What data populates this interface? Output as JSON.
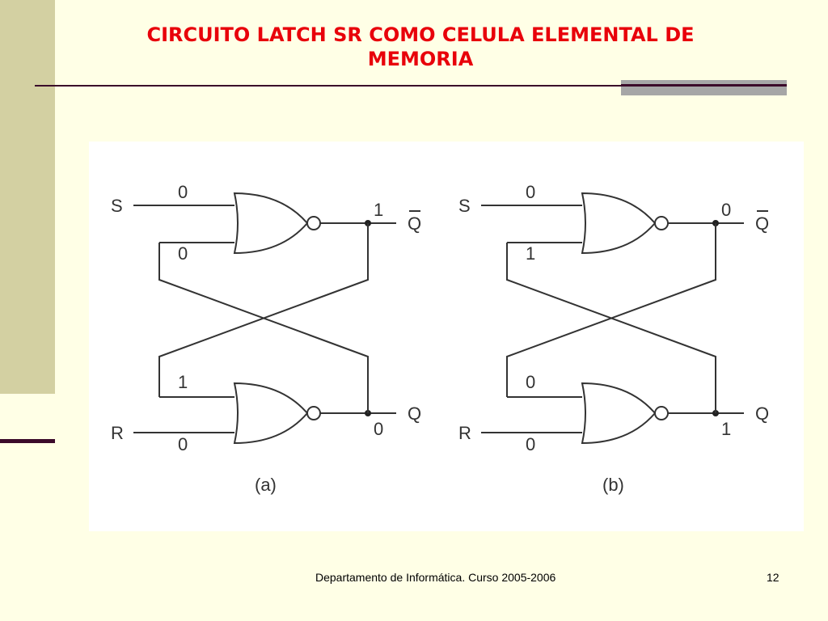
{
  "slide": {
    "title": "CIRCUITO LATCH SR COMO CELULA ELEMENTAL DE MEMORIA",
    "footer": "Departamento de Informática. Curso 2005-2006",
    "page_number": "12"
  },
  "diagrams": [
    {
      "caption": "(a)",
      "input_s": "S",
      "input_r": "R",
      "s_value": "0",
      "top_feedback_value": "0",
      "bottom_feedback_value": "1",
      "r_value": "0",
      "qbar_value": "1",
      "q_value": "0",
      "qbar_label": "Q",
      "q_label": "Q"
    },
    {
      "caption": "(b)",
      "input_s": "S",
      "input_r": "R",
      "s_value": "0",
      "top_feedback_value": "1",
      "bottom_feedback_value": "0",
      "r_value": "0",
      "qbar_value": "0",
      "q_value": "1",
      "qbar_label": "Q",
      "q_label": "Q"
    }
  ]
}
